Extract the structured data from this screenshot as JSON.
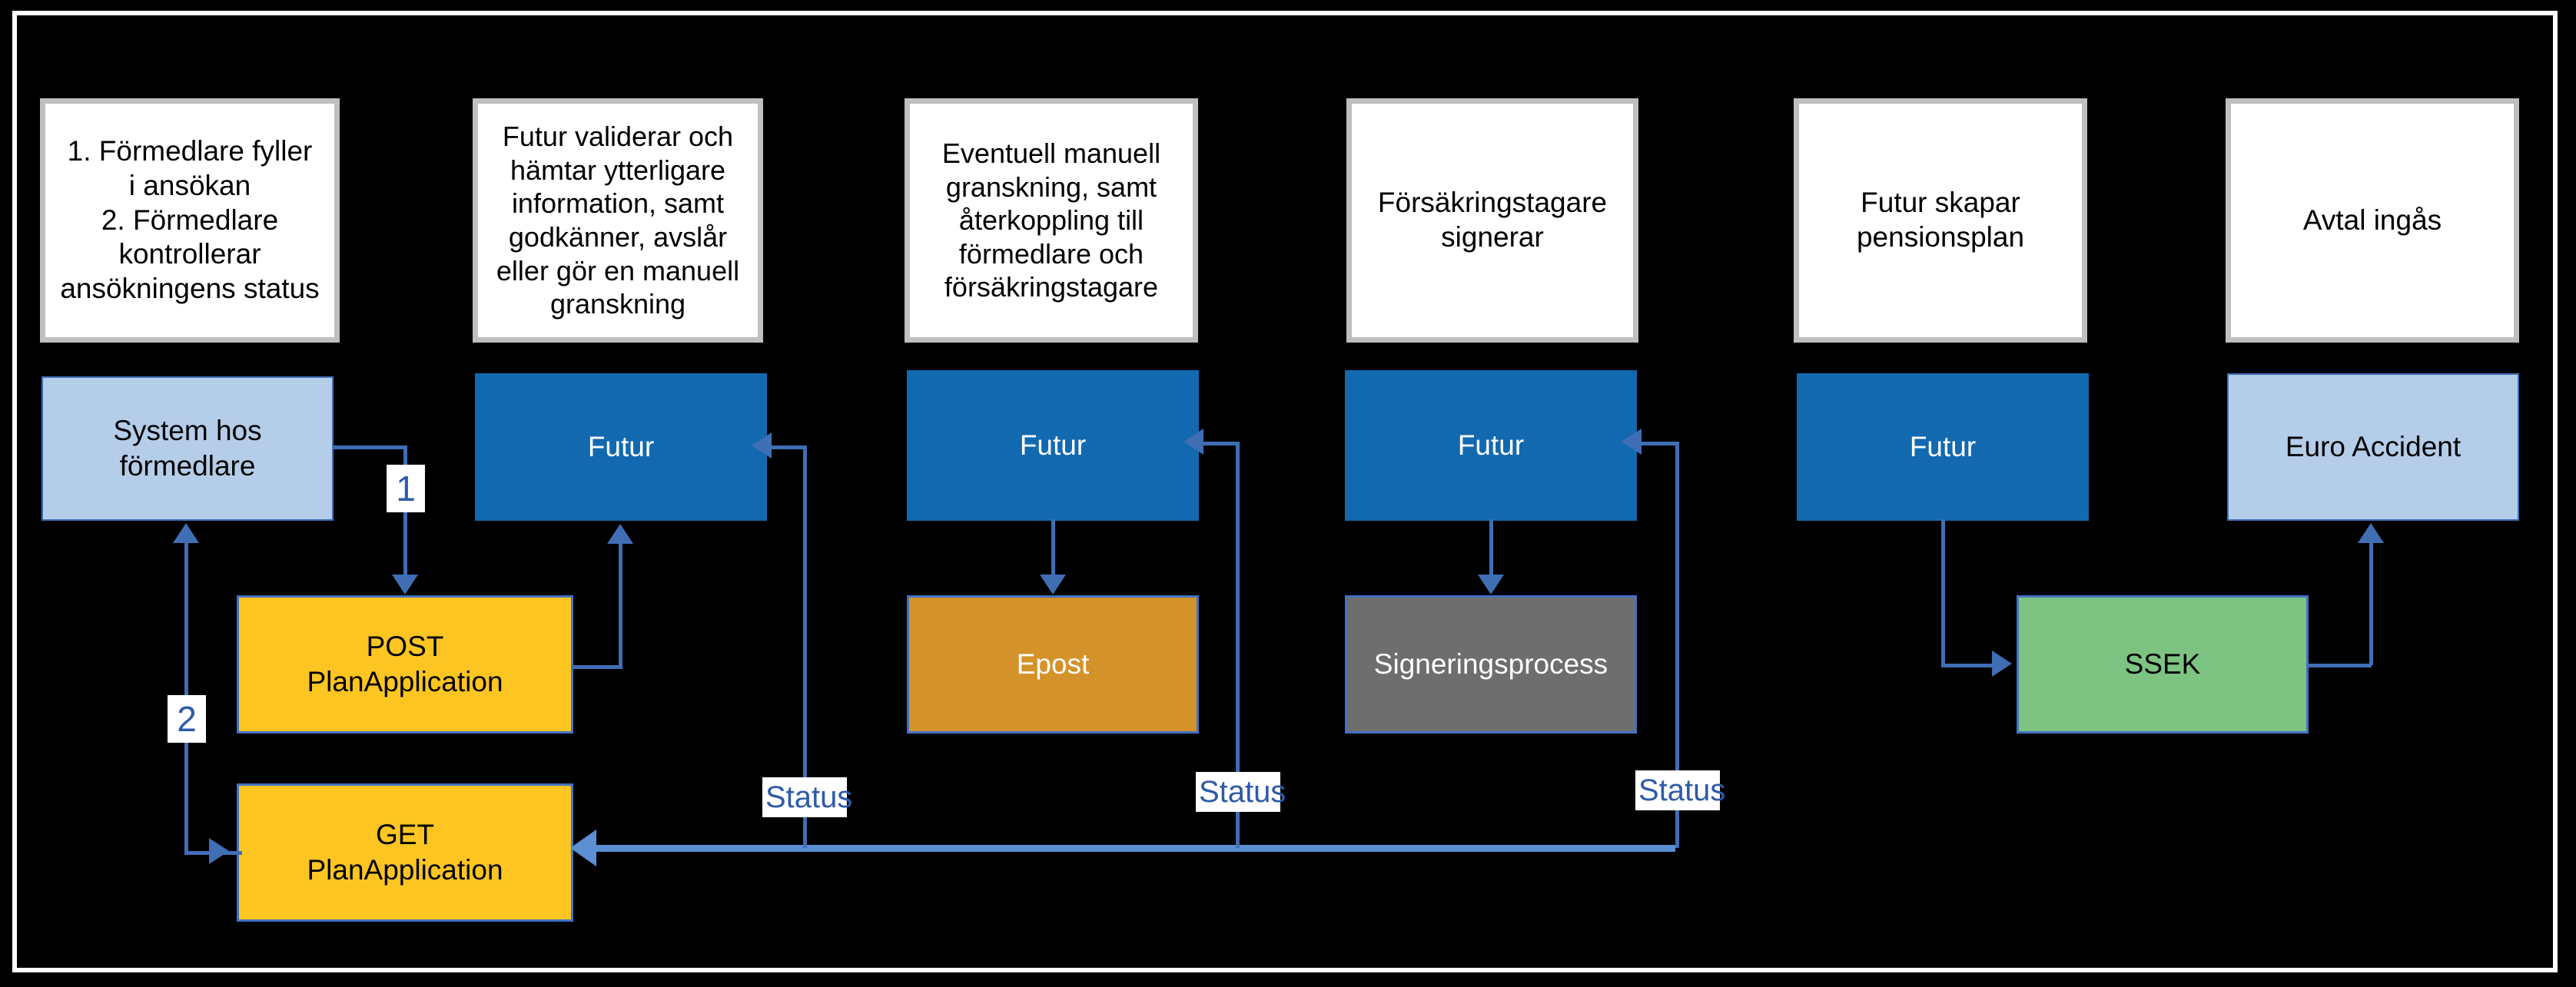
{
  "diagram": {
    "title": "Futur pensionsplan ansokan flode",
    "background_color": "#000000",
    "frame_color": "#ffffff",
    "accent_color": "#3f6eb5",
    "columns": [
      {
        "description": "1. Förmedlare fyller\ni ansökan\n2. Förmedlare\nkontrollerar\nansökningens status",
        "actor": "System hos\nförmedlare",
        "actor_style": "light-blue"
      },
      {
        "description": "Futur validerar och\nhämtar ytterligare\ninformation, samt\ngodkänner, avslår\neller gör en manuell\ngranskning",
        "actor": "Futur",
        "actor_style": "dark-blue"
      },
      {
        "description": "Eventuell manuell\ngranskning, samt\náterkoppling till\nförmedlare och\nförsäkringstagare",
        "actor": "Futur",
        "actor_style": "dark-blue"
      },
      {
        "description": "Försäkringstagare\nsignerar",
        "actor": "Futur",
        "actor_style": "dark-blue"
      },
      {
        "description": "Futur skapar\npensionsplan",
        "actor": "Futur",
        "actor_style": "dark-blue"
      },
      {
        "description": "Avtal ingås",
        "actor": "Euro Accident",
        "actor_style": "light-blue"
      }
    ],
    "description_3_fixed": "Eventuell manuell\ngranskning, samt\nåterkoppling till\nförmedlare och\nförsäkringstagare",
    "processes": {
      "post_plan_application": "POST\nPlanApplication",
      "get_plan_application": "GET\nPlanApplication",
      "epost": "Epost",
      "signeringsprocess": "Signeringsprocess",
      "ssek": "SSEK"
    },
    "edge_labels": {
      "step_one": "1",
      "step_two": "2",
      "status_1": "Status",
      "status_2": "Status",
      "status_3": "Status"
    },
    "colors": {
      "light_blue": "#b4cde9",
      "dark_blue": "#1269b0",
      "yellow": "#fcc521",
      "orange": "#d4922a",
      "gray": "#6e6e6e",
      "green": "#7dc483",
      "connector_blue": "#3f6eb5",
      "label_text_blue": "#2e5aa8",
      "desc_border_gray": "#bfbfbf"
    }
  }
}
